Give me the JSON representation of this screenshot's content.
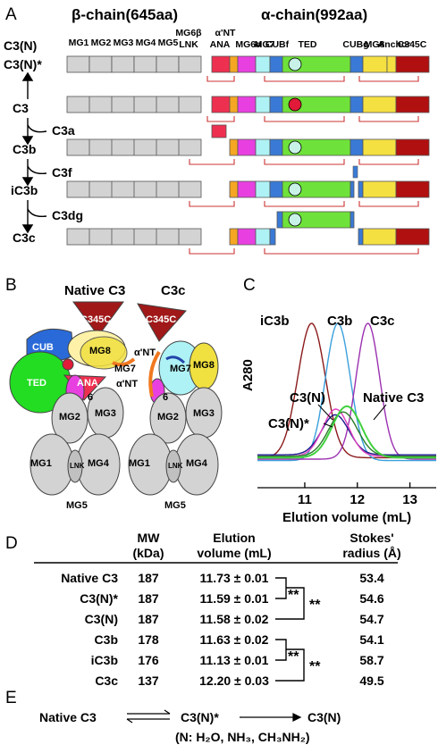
{
  "panel_letters": [
    "A",
    "B",
    "C",
    "D",
    "E"
  ],
  "panel_a": {
    "beta_header": "β-chain(645aa)",
    "alpha_header": "α-chain(992aa)",
    "domain_labels": [
      "MG1",
      "MG2",
      "MG3",
      "MG4",
      "MG5",
      "MG6β",
      "LNK",
      "ANA",
      "α'NT",
      "MG6α",
      "MG7",
      "CUBf",
      "TED",
      "CUBg",
      "MG8",
      "Anchor",
      "C345C"
    ],
    "species_labels": [
      "C3(N)",
      "C3(N)*",
      "C3",
      "C3b",
      "iC3b",
      "C3c"
    ],
    "fragment_labels": [
      "C3a",
      "C3f",
      "C3dg"
    ]
  },
  "panel_b": {
    "left_title": "Native C3",
    "right_title": "C3c",
    "left_labels": [
      "C345C",
      "CUB",
      "MG8",
      "MG7",
      "α'NT",
      "TED",
      "ANA",
      "6",
      "MG2",
      "MG3",
      "MG1",
      "LNK",
      "MG4",
      "MG5"
    ],
    "right_labels": [
      "C345C",
      "α'NT",
      "MG7",
      "MG8",
      "6",
      "MG2",
      "MG3",
      "MG1",
      "LNK",
      "MG4",
      "MG5"
    ]
  },
  "panel_c": {
    "ylabel": "A280",
    "xlabel": "Elution volume (mL)",
    "xticks": [
      11,
      12,
      13
    ],
    "trace_labels": [
      "iC3b",
      "C3b",
      "C3c",
      "C3(N)",
      "Native C3",
      "C3(N)*"
    ],
    "colors": {
      "iC3b": "#8b1a1a",
      "C3b": "#3aa0dc",
      "C3c": "#9b30b0",
      "native": "#2a7a2a",
      "c3n": "#1a1a8c",
      "c3nstar": "#e040c0",
      "green": "#40d040"
    }
  },
  "chart_data": {
    "type": "line",
    "xlabel": "Elution volume (mL)",
    "ylabel": "A280",
    "xlim": [
      10.1,
      13.5
    ],
    "xticks": [
      11,
      12,
      13
    ],
    "series": [
      {
        "name": "iC3b",
        "peak_x": 11.13
      },
      {
        "name": "C3b",
        "peak_x": 11.63
      },
      {
        "name": "C3c",
        "peak_x": 12.2
      },
      {
        "name": "C3(N)",
        "peak_x": 11.58
      },
      {
        "name": "C3(N)*",
        "peak_x": 11.59
      },
      {
        "name": "Native C3",
        "peak_x": 11.73
      }
    ]
  },
  "panel_d": {
    "headers": [
      [
        "MW",
        "(kDa)"
      ],
      [
        "Elution",
        "volume (mL)"
      ],
      [
        "Stokes'",
        "radius (Å)"
      ]
    ],
    "rows": [
      {
        "name": "Native C3",
        "mw": "187",
        "elution": "11.73 ± 0.01",
        "stokes": "53.4"
      },
      {
        "name": "C3(N)*",
        "mw": "187",
        "elution": "11.59 ± 0.01",
        "stokes": "54.6"
      },
      {
        "name": "C3(N)",
        "mw": "187",
        "elution": "11.58 ± 0.02",
        "stokes": "54.7"
      },
      {
        "name": "C3b",
        "mw": "178",
        "elution": "11.63 ± 0.02",
        "stokes": "54.1"
      },
      {
        "name": "iC3b",
        "mw": "176",
        "elution": "11.13 ± 0.01",
        "stokes": "58.7"
      },
      {
        "name": "C3c",
        "mw": "137",
        "elution": "12.20 ± 0.03",
        "stokes": "49.5"
      }
    ],
    "significance": [
      "**",
      "**",
      "**",
      "**"
    ]
  },
  "panel_e": {
    "native": "Native C3",
    "intermediate": "C3(N)*",
    "product": "C3(N)",
    "note": "(N: H₂O, NH₃, CH₃NH₂)"
  }
}
